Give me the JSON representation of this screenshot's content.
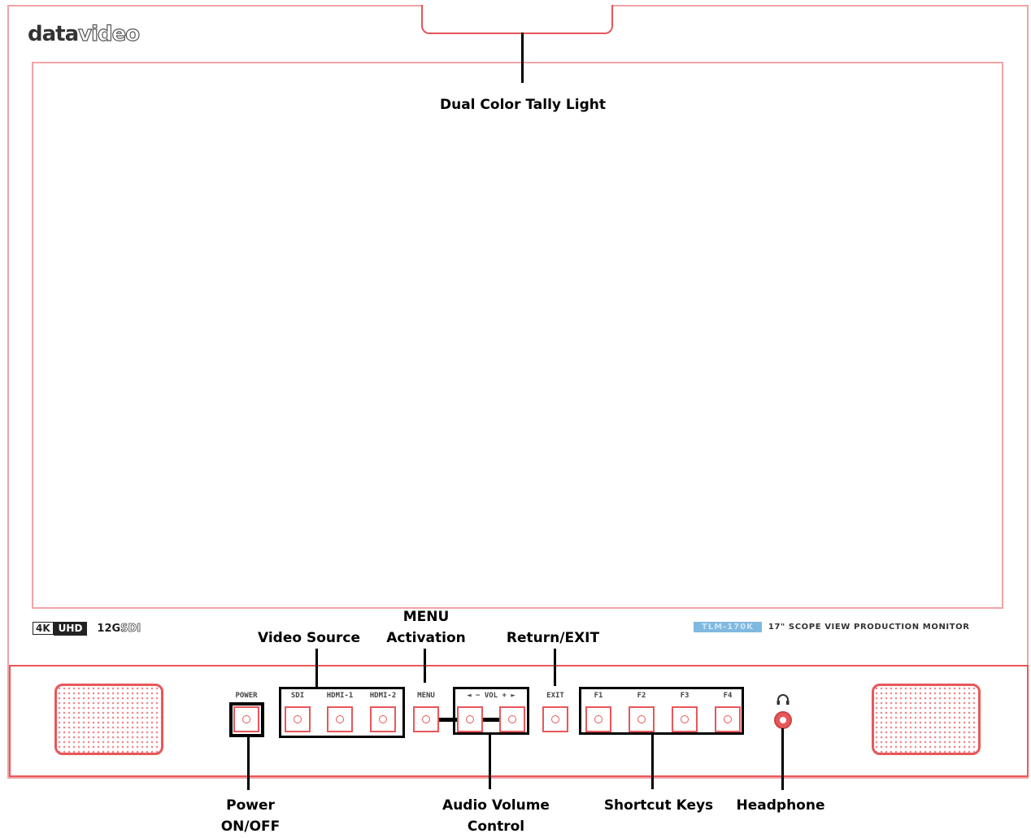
{
  "brand": {
    "logo_text_bold": "data",
    "logo_text_light": "video"
  },
  "badges": {
    "k4": "4K",
    "uhd": "UHD",
    "sdi_prefix": "12G",
    "sdi_suffix": "SDI"
  },
  "model": {
    "model_tag": "TLM-170K",
    "description": "17\" SCOPE VIEW PRODUCTION MONITOR"
  },
  "buttons": {
    "power": "POWER",
    "sdi": "SDI",
    "hdmi1": "HDMI-1",
    "hdmi2": "HDMI-2",
    "menu": "MENU",
    "vol": "◄ − VOL + ►",
    "exit": "EXIT",
    "f1": "F1",
    "f2": "F2",
    "f3": "F3",
    "f4": "F4"
  },
  "callouts": {
    "tally": "Dual Color Tally Light",
    "video_source": "Video Source",
    "menu_line1": "MENU",
    "menu_line2": "Activation",
    "return_exit": "Return/EXIT",
    "power_line1": "Power",
    "power_line2": "ON/OFF",
    "audio_line1": "Audio Volume",
    "audio_line2": "Control",
    "shortcut": "Shortcut Keys",
    "headphone": "Headphone"
  },
  "icons": {
    "headphone": "headphone-icon"
  },
  "colors": {
    "outline_red": "#e8575a",
    "outline_pink": "#f0a4a6",
    "model_tag_bg": "#7fb9e0"
  }
}
